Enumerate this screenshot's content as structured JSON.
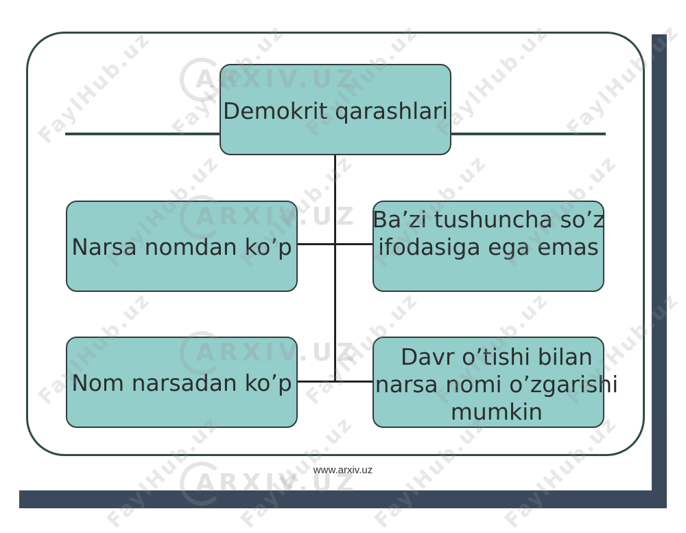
{
  "diagram": {
    "root": "Demokrit qarashlari",
    "left_top": "Narsa nomdan ko’p",
    "left_bottom": "Nom narsadan ko’p",
    "right_top": [
      "Ba’zi tushuncha so’z",
      "ifodasiga ega emas"
    ],
    "right_bottom": [
      "Davr o’tishi bilan",
      "narsa nomi o’zgarishi",
      "mumkin"
    ]
  },
  "footer": {
    "url": "www.arxiv.uz"
  },
  "watermarks": {
    "site": "FaylHub.uz",
    "logo": "ARXIV.UZ"
  },
  "colors": {
    "box_fill": "#93cecb",
    "frame": "#2f4c44",
    "bar": "#3a4a5c"
  }
}
